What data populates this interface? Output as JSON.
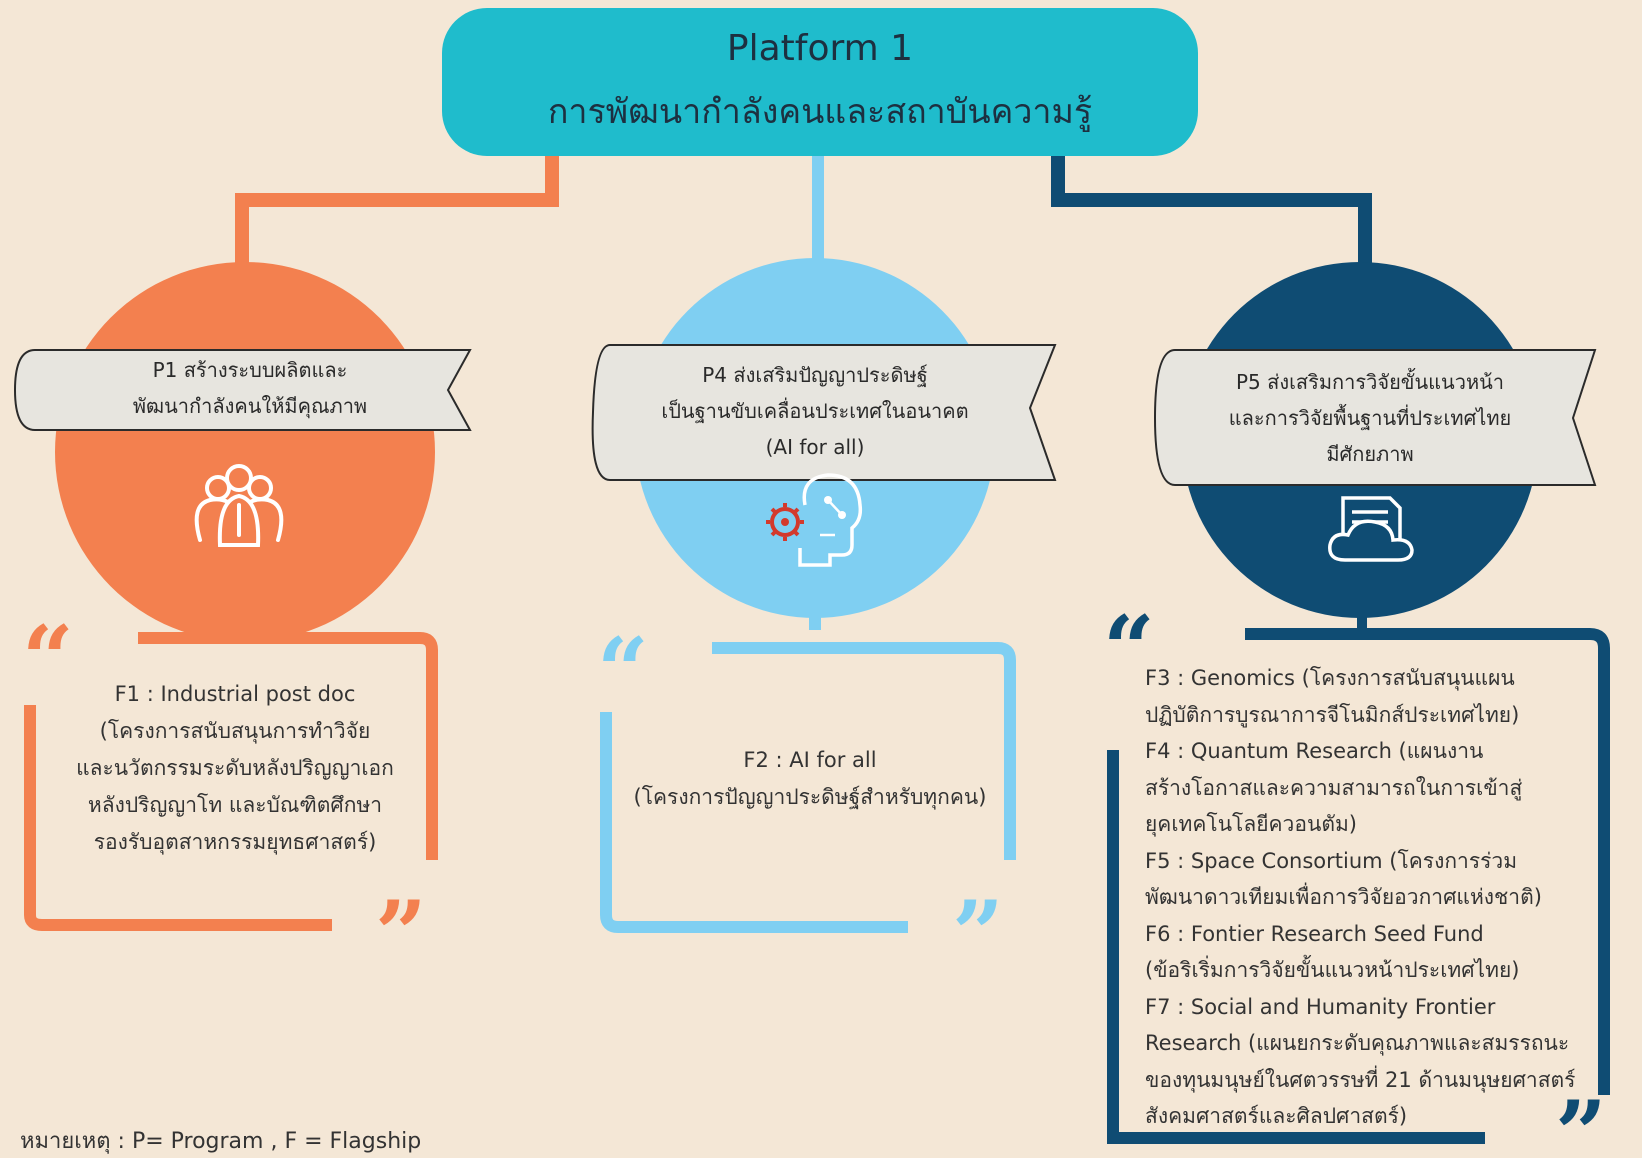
{
  "title": {
    "line1": "Platform 1",
    "line2": "การพัฒนากำลังคนและสถาบันความรู้"
  },
  "programs": [
    {
      "id": "P1",
      "lines": [
        "P1 สร้างระบบผลิตและ",
        "พัฒนากำลังคนให้มีคุณภาพ"
      ],
      "icon": "people-group-icon",
      "color": "#f3804f",
      "quote": [
        "F1 : Industrial post doc",
        "(โครงการสนับสนุนการทำวิจัย",
        "และนวัตกรรมระดับหลังปริญญาเอก",
        "หลังปริญญาโท และบัณฑิตศึกษา",
        "รองรับอุตสาหกรรมยุทธศาสตร์)"
      ]
    },
    {
      "id": "P4",
      "lines": [
        "P4 ส่งเสริมปัญญาประดิษฐ์",
        "เป็นฐานขับเคลื่อนประเทศในอนาคต",
        "(AI for all)"
      ],
      "icon": "ai-head-gear-icon",
      "color": "#7fcff2",
      "quote": [
        "F2 : AI for all",
        "(โครงการปัญญาประดิษฐ์สำหรับทุกคน)"
      ]
    },
    {
      "id": "P5",
      "lines": [
        "P5 ส่งเสริมการวิจัยขั้นแนวหน้า",
        "และการวิจัยพื้นฐานที่ประเทศไทย",
        "มีศักยภาพ"
      ],
      "icon": "cloud-document-icon",
      "color": "#0f4c73",
      "quote": [
        "F3 : Genomics (โครงการสนับสนุนแผน",
        "ปฏิบัติการบูรณาการจีโนมิกส์ประเทศไทย)",
        "F4 : Quantum Research (แผนงาน",
        "สร้างโอกาสและความสามารถในการเข้าสู่",
        "ยุคเทคโนโลยีควอนตัม)",
        "F5 : Space Consortium (โครงการร่วม",
        "พัฒนาดาวเทียมเพื่อการวิจัยอวกาศแห่งชาติ)",
        "F6 : Fontier Research Seed Fund",
        "(ข้อริเริ่มการวิจัยขั้นแนวหน้าประเทศไทย)",
        "F7 : Social and Humanity Frontier",
        "Research (แผนยกระดับคุณภาพและสมรรถนะ",
        "ของทุนมนุษย์ในศตวรรษที่ 21 ด้านมนุษยศาสตร์",
        "สังคมศาสตร์และศิลปศาสตร์)"
      ]
    }
  ],
  "note": "หมายเหตุ : P= Program , F = Flagship",
  "colors": {
    "background": "#f4e7d6",
    "title_box": "#1fbccc",
    "orange": "#f3804f",
    "light_blue": "#7fcff2",
    "navy": "#0f4c73",
    "banner": "#e7e5df"
  }
}
